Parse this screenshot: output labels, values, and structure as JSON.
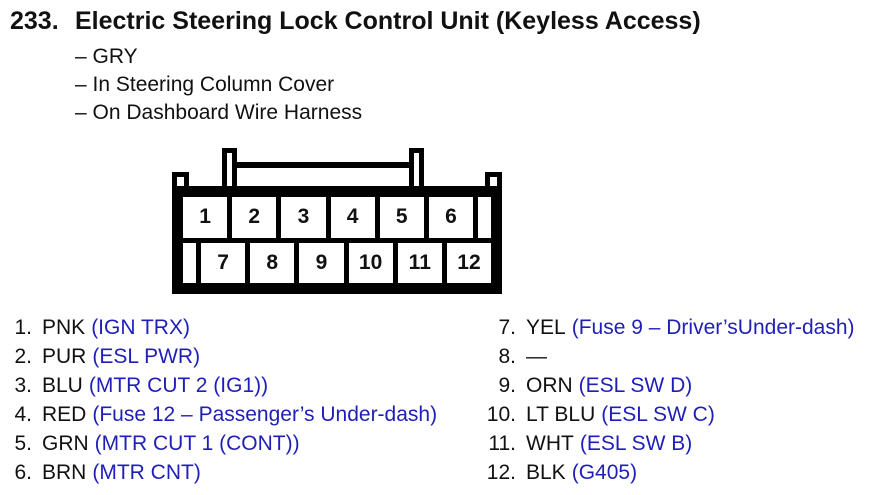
{
  "title": {
    "number": "233.",
    "text": "Electric Steering Lock Control Unit (Keyless Access)"
  },
  "details": [
    "– GRY",
    "– In Steering Column Cover",
    "– On Dashboard Wire Harness"
  ],
  "connector": {
    "top_pins": [
      "1",
      "2",
      "3",
      "4",
      "5",
      "6"
    ],
    "bottom_pins": [
      "7",
      "8",
      "9",
      "10",
      "11",
      "12"
    ]
  },
  "pins": {
    "left": [
      {
        "num": "1.",
        "wire": "PNK",
        "func": "(IGN TRX)"
      },
      {
        "num": "2.",
        "wire": "PUR",
        "func": "(ESL PWR)"
      },
      {
        "num": "3.",
        "wire": "BLU",
        "func": "(MTR CUT 2 (IG1))"
      },
      {
        "num": "4.",
        "wire": "RED",
        "func": "(Fuse 12 – Passenger’s Under-dash)"
      },
      {
        "num": "5.",
        "wire": "GRN",
        "func": "(MTR CUT 1 (CONT))"
      },
      {
        "num": "6.",
        "wire": "BRN",
        "func": "(MTR CNT)"
      }
    ],
    "right": [
      {
        "num": "7.",
        "wire": "YEL",
        "func": "(Fuse 9 – Driver’sUnder-dash)"
      },
      {
        "num": "8.",
        "wire": "—",
        "func": ""
      },
      {
        "num": "9.",
        "wire": "ORN",
        "func": "(ESL SW D)"
      },
      {
        "num": "10.",
        "wire": "LT BLU",
        "func": "(ESL SW C)"
      },
      {
        "num": "11.",
        "wire": "WHT",
        "func": "(ESL SW B)"
      },
      {
        "num": "12.",
        "wire": "BLK",
        "func": "(G405)"
      }
    ]
  },
  "colors": {
    "function_blue": "#1f1fb8",
    "text_black": "#111111",
    "line_black": "#000000"
  }
}
